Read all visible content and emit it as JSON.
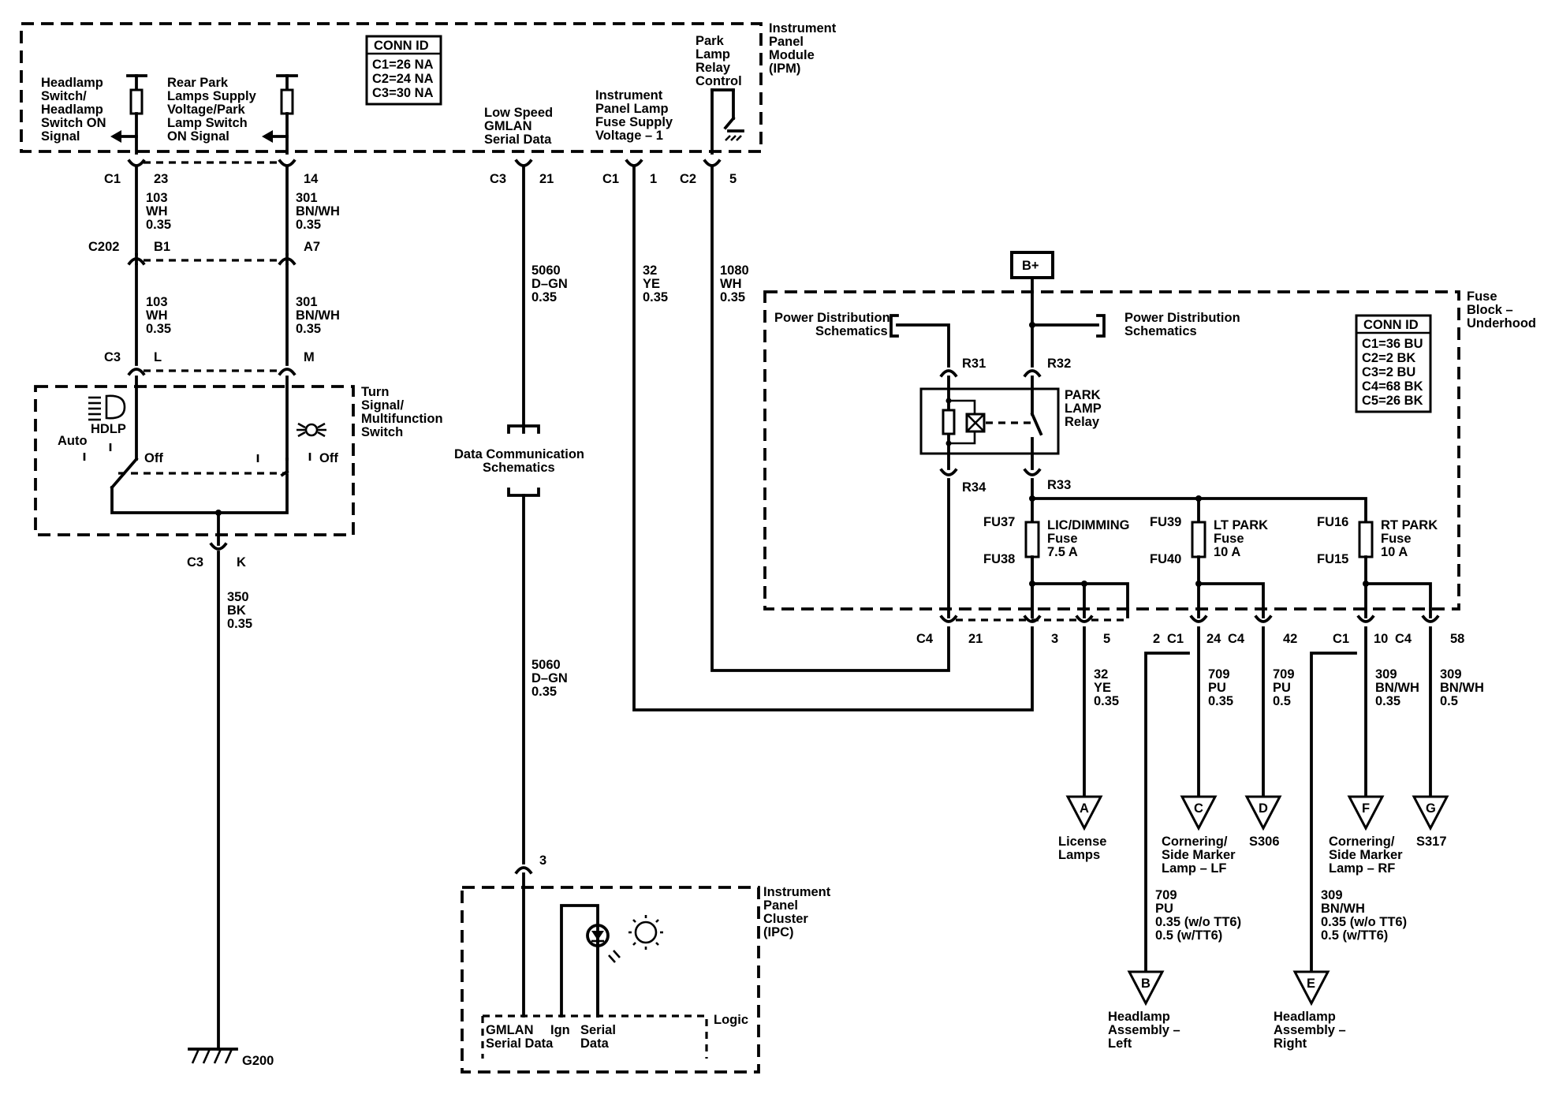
{
  "modules": {
    "ipm": [
      "Instrument",
      "Panel",
      "Module",
      "(IPM)"
    ],
    "fuse_block": [
      "Fuse",
      "Block –",
      "Underhood"
    ],
    "turn_switch": [
      "Turn",
      "Signal/",
      "Multifunction",
      "Switch"
    ],
    "ipc": [
      "Instrument",
      "Panel",
      "Cluster",
      "(IPC)"
    ],
    "ipc_logic": "Logic"
  },
  "conn_ids": {
    "ipm": {
      "title": "CONN ID",
      "rows": [
        "C1=26 NA",
        "C2=24 NA",
        "C3=30 NA"
      ]
    },
    "fuse_block": {
      "title": "CONN ID",
      "rows": [
        "C1=36 BU",
        "C2=2 BK",
        "C3=2 BU",
        "C4=68 BK",
        "C5=26 BK"
      ]
    }
  },
  "ipm_signals": {
    "headlamp": [
      "Headlamp",
      "Switch/",
      "Headlamp",
      "Switch ON",
      "Signal"
    ],
    "rear_park": [
      "Rear Park",
      "Lamps Supply",
      "Voltage/Park",
      "Lamp Switch",
      "ON Signal"
    ],
    "gmlan": [
      "Low Speed",
      "GMLAN",
      "Serial Data"
    ],
    "ip_lamp": [
      "Instrument",
      "Panel Lamp",
      "Fuse Supply",
      "Voltage – 1"
    ],
    "relay_ctrl": [
      "Park",
      "Lamp",
      "Relay",
      "Control"
    ]
  },
  "connectors": {
    "c1": "C1",
    "c2": "C2",
    "c3": "C3",
    "c4": "C4",
    "c202": "C202",
    "p23": "23",
    "p14": "14",
    "b1": "B1",
    "a7": "A7",
    "pl": "L",
    "pm": "M",
    "pk": "K",
    "p21": "21",
    "p1": "1",
    "p5": "5",
    "p3": "3",
    "c4_21": "21",
    "c4_3": "3",
    "c4_5": "5",
    "p2": "2",
    "p24": "24",
    "p42": "42",
    "p10": "10",
    "p58": "58"
  },
  "wires": {
    "w103a": [
      "103",
      "WH",
      "0.35"
    ],
    "w301a": [
      "301",
      "BN/WH",
      "0.35"
    ],
    "w103b": [
      "103",
      "WH",
      "0.35"
    ],
    "w301b": [
      "301",
      "BN/WH",
      "0.35"
    ],
    "w350": [
      "350",
      "BK",
      "0.35"
    ],
    "w5060a": [
      "5060",
      "D–GN",
      "0.35"
    ],
    "w5060b": [
      "5060",
      "D–GN",
      "0.35"
    ],
    "w32a": [
      "32",
      "YE",
      "0.35"
    ],
    "w1080": [
      "1080",
      "WH",
      "0.35"
    ],
    "w32b": [
      "32",
      "YE",
      "0.35"
    ],
    "w709a": [
      "709",
      "PU",
      "0.35"
    ],
    "w709b": [
      "709",
      "PU",
      "0.5"
    ],
    "w309a": [
      "309",
      "BN/WH",
      "0.35"
    ],
    "w309b": [
      "309",
      "BN/WH",
      "0.5"
    ],
    "w709c": [
      "709",
      "PU",
      "0.35 (w/o TT6)",
      "0.5 (w/TT6)"
    ],
    "w309c": [
      "309",
      "BN/WH",
      "0.35 (w/o TT6)",
      "0.5 (w/TT6)"
    ]
  },
  "switch_labels": {
    "hdlp": "HDLP",
    "auto": "Auto",
    "off1": "Off",
    "off2": "Off"
  },
  "ground": "G200",
  "data_comm": [
    "Data Communication",
    "Schematics"
  ],
  "power": {
    "bplus": "B+",
    "pds_left": [
      "Power Distribution",
      "Schematics"
    ],
    "pds_right": [
      "Power Distribution",
      "Schematics"
    ],
    "r31": "R31",
    "r32": "R32",
    "r33": "R33",
    "r34": "R34",
    "relay": [
      "PARK",
      "LAMP",
      "Relay"
    ]
  },
  "fuses": {
    "f1": {
      "ids": [
        "FU37",
        "FU38"
      ],
      "label": [
        "LIC/DIMMING",
        "Fuse",
        "7.5 A"
      ]
    },
    "f2": {
      "ids": [
        "FU39",
        "FU40"
      ],
      "label": [
        "LT PARK",
        "Fuse",
        "10 A"
      ]
    },
    "f3": {
      "ids": [
        "FU16",
        "FU15"
      ],
      "label": [
        "RT PARK",
        "Fuse",
        "10 A"
      ]
    }
  },
  "ipc_pins": {
    "gmlan": [
      "GMLAN",
      "Serial Data"
    ],
    "ign": "Ign",
    "serial": [
      "Serial",
      "Data"
    ],
    "pin3": "3"
  },
  "offpage": {
    "A": {
      "letter": "A",
      "label": [
        "License",
        "Lamps"
      ]
    },
    "C": {
      "letter": "C",
      "label": [
        "Cornering/",
        "Side Marker",
        "Lamp – LF"
      ]
    },
    "D": {
      "letter": "D",
      "label": [
        "S306"
      ]
    },
    "F": {
      "letter": "F",
      "label": [
        "Cornering/",
        "Side Marker",
        "Lamp – RF"
      ]
    },
    "G": {
      "letter": "G",
      "label": [
        "S317"
      ]
    },
    "B": {
      "letter": "B",
      "label": [
        "Headlamp",
        "Assembly –",
        "Left"
      ]
    },
    "E": {
      "letter": "E",
      "label": [
        "Headlamp",
        "Assembly –",
        "Right"
      ]
    }
  }
}
